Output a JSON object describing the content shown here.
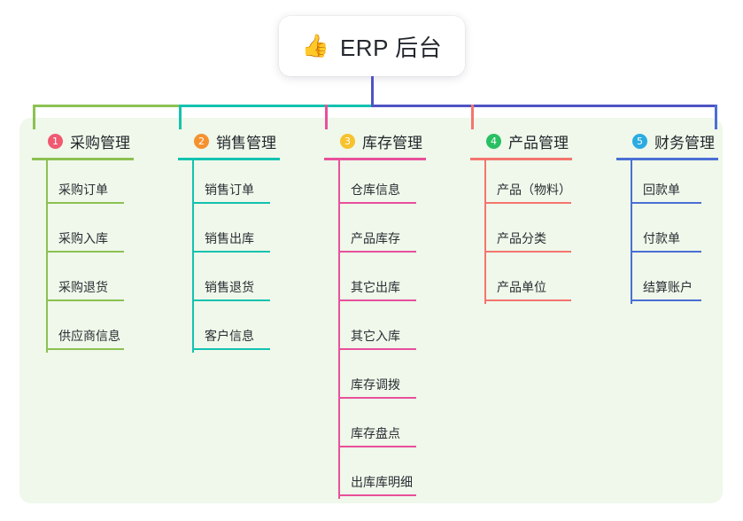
{
  "root": {
    "icon": "thumbs-up-icon",
    "emoji": "👍",
    "title": "ERP 后台"
  },
  "palette": {
    "panel_bg": "#eff8ea",
    "card_bg": "#ffffff",
    "text": "#22262c",
    "stem": "#4f53c4",
    "green": "#8cc152",
    "teal": "#13c2b0",
    "pink": "#e8509b",
    "salmon": "#f4756e",
    "blue": "#4a6fd4"
  },
  "trunk": {
    "stem_color": "#4f53c4",
    "segments": [
      {
        "name": "green-segment",
        "color": "#8cc152"
      },
      {
        "name": "teal-segment",
        "color": "#13c2b0"
      },
      {
        "name": "indigo-segment",
        "color": "#4f53c4"
      }
    ],
    "drops": [
      {
        "name": "drop-purchasing",
        "color": "#8cc152"
      },
      {
        "name": "drop-sales",
        "color": "#13c2b0"
      },
      {
        "name": "drop-inventory",
        "color": "#e8509b"
      },
      {
        "name": "drop-product",
        "color": "#f4756e"
      },
      {
        "name": "drop-finance",
        "color": "#4a6fd4"
      }
    ]
  },
  "columns": [
    {
      "id": "purchasing",
      "badge": "1",
      "badge_color": "#f05a71",
      "title": "采购管理",
      "line_color": "#8cc152",
      "rule_width": 115,
      "leaf_rule_width": 88,
      "items": [
        "采购订单",
        "采购入库",
        "采购退货",
        "供应商信息"
      ]
    },
    {
      "id": "sales",
      "badge": "2",
      "badge_color": "#f5922f",
      "title": "销售管理",
      "line_color": "#13c2b0",
      "rule_width": 115,
      "leaf_rule_width": 88,
      "items": [
        "销售订单",
        "销售出库",
        "销售退货",
        "客户信息"
      ]
    },
    {
      "id": "inventory",
      "badge": "3",
      "badge_color": "#f7c22e",
      "title": "库存管理",
      "line_color": "#e8509b",
      "rule_width": 115,
      "leaf_rule_width": 88,
      "items": [
        "仓库信息",
        "产品库存",
        "其它出库",
        "其它入库",
        "库存调拨",
        "库存盘点",
        "出库库明细"
      ]
    },
    {
      "id": "product",
      "badge": "4",
      "badge_color": "#29bf63",
      "title": "产品管理",
      "line_color": "#f4756e",
      "rule_width": 115,
      "leaf_rule_width": 98,
      "items": [
        "产品（物料）",
        "产品分类",
        "产品单位"
      ]
    },
    {
      "id": "finance",
      "badge": "5",
      "badge_color": "#2aace2",
      "title": "财务管理",
      "line_color": "#4a6fd4",
      "rule_width": 115,
      "leaf_rule_width": 80,
      "items": [
        "回款单",
        "付款单",
        "结算账户"
      ]
    }
  ]
}
